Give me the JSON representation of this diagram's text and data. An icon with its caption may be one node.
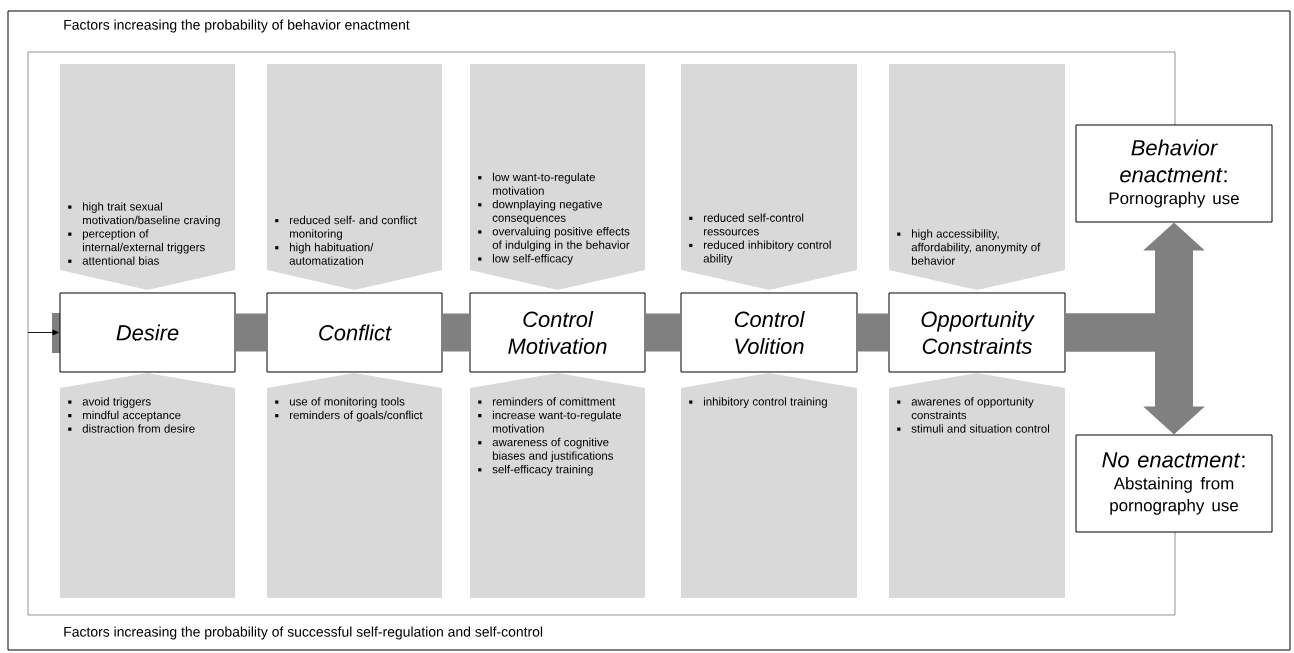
{
  "diagram": {
    "nodes": [
      {
        "text": [
          "high trait sexual motivation/baseline craving",
          "perception of internal/external triggers",
          "attentional bias"
        ]
      },
      {
        "text": [
          "reduced self- and conflict monitoring",
          "high habituation/ automatization"
        ]
      },
      {
        "text": [
          "low want-to-regulate motivation",
          "downplaying negative consequences",
          "overvaluing positive effects of indulging in the behavior",
          "low self-efficacy"
        ]
      },
      {
        "text": [
          "reduced self-control ressources",
          "reduced inhibitory control ability"
        ]
      },
      {
        "text": [
          "high accessibility, affordability, anonymity of behavior"
        ]
      },
      {
        "text": [
          "Desire"
        ]
      },
      {
        "text": [
          "Conflict"
        ]
      },
      {
        "text": [
          "Control Motivation"
        ]
      },
      {
        "text": [
          "Control Volition"
        ]
      },
      {
        "text": [
          "Opportunity Constraints"
        ]
      },
      {
        "text": [
          "*Behavior enactment*:",
          "Pornography use"
        ]
      },
      {
        "text": [
          "*No enactment*:",
          "Abstaining from pornography use"
        ]
      },
      {
        "text": [
          "avoid triggers",
          "mindful acceptance",
          "distraction from desire"
        ]
      },
      {
        "text": [
          "use of monitoring tools",
          "reminders of goals/conflict"
        ]
      },
      {
        "text": [
          "reminders of comittment",
          "increase want-to-regulate motivation",
          "awareness of cognitive biases and justifications",
          "self-efficacy training"
        ]
      },
      {
        "text": [
          "inhibitory control training"
        ]
      },
      {
        "text": [
          "awarenes of opportunity constraints",
          "stimuli and situation control"
        ]
      }
    ],
    "edges": [
      {
        "from": null,
        "to": 5,
        "arrow": "to",
        "color": "#000000"
      },
      {
        "from": 5,
        "to": 6,
        "arrow": "none"
      },
      {
        "from": 6,
        "to": 7,
        "arrow": "none"
      },
      {
        "from": 7,
        "to": 8,
        "arrow": "none"
      },
      {
        "from": 8,
        "to": 9,
        "arrow": "none"
      },
      {
        "from": 9,
        "to": 10,
        "arrow": "to"
      },
      {
        "from": 9,
        "to": 11,
        "arrow": "to"
      }
    ],
    "labels": [
      "Factors increasing the probability of behavior enactment",
      "Factors increasing the probability of successful self-regulation and self-control"
    ]
  }
}
